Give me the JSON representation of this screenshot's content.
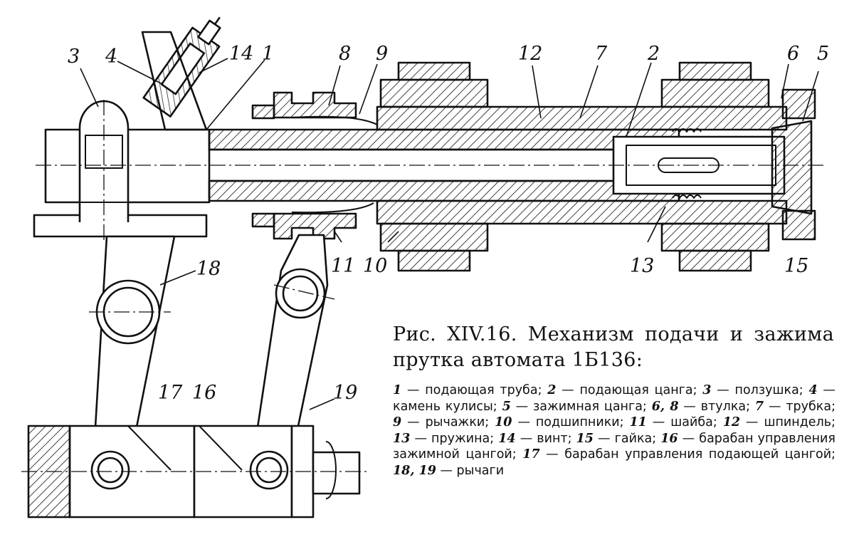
{
  "figure": {
    "title": "Рис. XIV.16. Механизм подачи и зажима прутка автомата 1Б136:",
    "labels": [
      "1",
      "2",
      "3",
      "4",
      "5",
      "6",
      "7",
      "8",
      "9",
      "10",
      "11",
      "12",
      "13",
      "14",
      "15",
      "16",
      "17",
      "18",
      "19"
    ],
    "legend": [
      {
        "num": "1",
        "text": "подающая труба;"
      },
      {
        "num": "2",
        "text": "подающая цанга;"
      },
      {
        "num": "3",
        "text": "ползушка;"
      },
      {
        "num": "4",
        "text": "камень кулисы;"
      },
      {
        "num": "5",
        "text": "зажимная цанга;"
      },
      {
        "num": "6, 8",
        "text": "втулка;"
      },
      {
        "num": "7",
        "text": "трубка;"
      },
      {
        "num": "9",
        "text": "рычажки;"
      },
      {
        "num": "10",
        "text": "подшипники;"
      },
      {
        "num": "11",
        "text": "шайба;"
      },
      {
        "num": "12",
        "text": "шпиндель;"
      },
      {
        "num": "13",
        "text": "пружина;"
      },
      {
        "num": "14",
        "text": "винт;"
      },
      {
        "num": "15",
        "text": "гайка;"
      },
      {
        "num": "16",
        "text": "барабан управления зажимной цангой;"
      },
      {
        "num": "17",
        "text": "барабан управления подающей цангой;"
      },
      {
        "num": "18, 19",
        "text": "рычаги"
      }
    ]
  }
}
